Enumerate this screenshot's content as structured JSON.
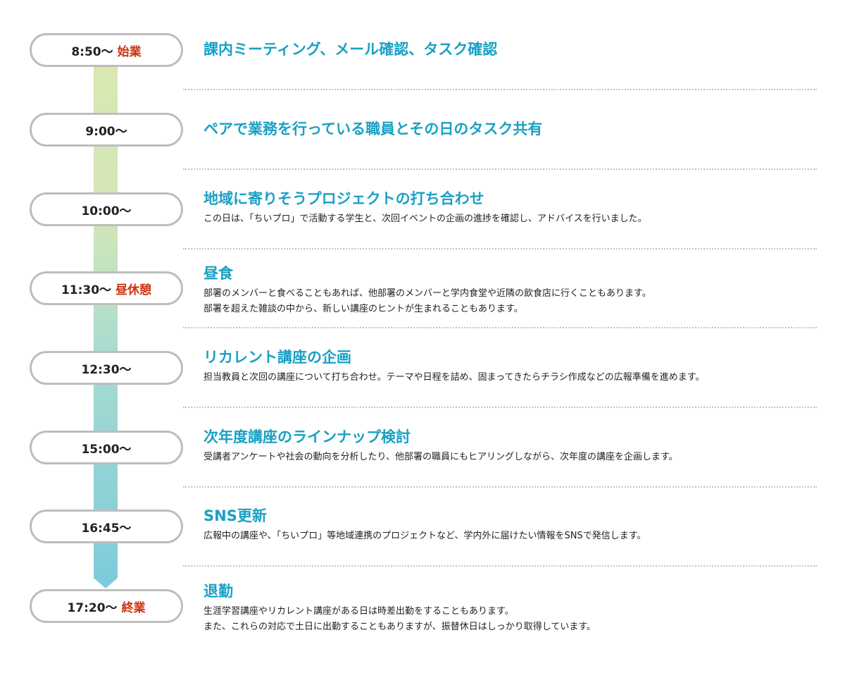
{
  "timeline": [
    {
      "time": "8:50〜",
      "tag": "始業",
      "title": "課内ミーティング、メール確認、タスク確認",
      "desc": []
    },
    {
      "time": "9:00〜",
      "tag": "",
      "title": "ペアで業務を行っている職員とその日のタスク共有",
      "desc": []
    },
    {
      "time": "10:00〜",
      "tag": "",
      "title": "地域に寄りそうプロジェクトの打ち合わせ",
      "desc": [
        "この日は、「ちいプロ」で活動する学生と、次回イベントの企画の進捗を確認し、アドバイスを行いました。"
      ]
    },
    {
      "time": "11:30〜",
      "tag": "昼休憩",
      "title": "昼食",
      "desc": [
        "部署のメンバーと食べることもあれば、他部署のメンバーと学内食堂や近隣の飲食店に行くこともあります。",
        "部署を超えた雑談の中から、新しい講座のヒントが生まれることもあります。"
      ]
    },
    {
      "time": "12:30〜",
      "tag": "",
      "title": "リカレント講座の企画",
      "desc": [
        "担当教員と次回の講座について打ち合わせ。テーマや日程を詰め、固まってきたらチラシ作成などの広報準備を進めます。"
      ]
    },
    {
      "time": "15:00〜",
      "tag": "",
      "title": "次年度講座のラインナップ検討",
      "desc": [
        "受講者アンケートや社会の動向を分析したり、他部署の職員にもヒアリングしながら、次年度の講座を企画します。"
      ]
    },
    {
      "time": "16:45〜",
      "tag": "",
      "title": "SNS更新",
      "desc": [
        "広報中の講座や、「ちいプロ」等地域連携のプロジェクトなど、学内外に届けたい情報をSNSで発信します。"
      ]
    },
    {
      "time": "17:20〜",
      "tag": "終業",
      "title": "退勤",
      "desc": [
        "生涯学習講座やリカレント講座がある日は時差出勤をすることもあります。",
        "また、これらの対応で土日に出勤することもありますが、振替休日はしっかり取得しています。"
      ]
    }
  ],
  "colors": {
    "title": "#1aa0c4",
    "tag": "#cc3311",
    "bar_top": "#d9e8b0",
    "bar_bottom": "#7ccbdb"
  }
}
